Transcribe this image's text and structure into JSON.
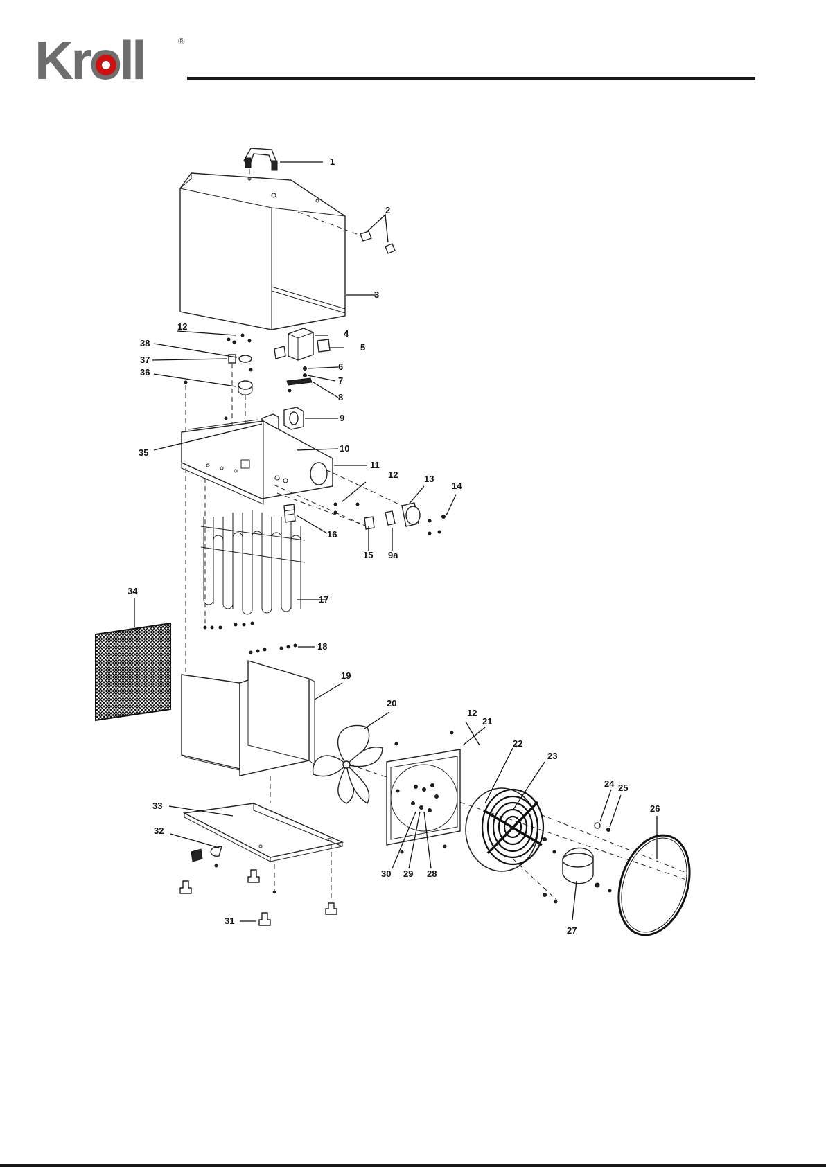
{
  "brand": {
    "logo_text": "Kroll",
    "registered_mark": "®",
    "logo_color": "#6e6e6e",
    "accent_color": "#d01010"
  },
  "callouts": [
    "1",
    "2",
    "3",
    "4",
    "5",
    "6",
    "7",
    "8",
    "9",
    "9a",
    "10",
    "11",
    "12",
    "13",
    "14",
    "15",
    "16",
    "17",
    "18",
    "19",
    "20",
    "21",
    "22",
    "23",
    "24",
    "25",
    "26",
    "27",
    "28",
    "29",
    "30",
    "31",
    "32",
    "33",
    "34",
    "35",
    "36",
    "37",
    "38"
  ]
}
